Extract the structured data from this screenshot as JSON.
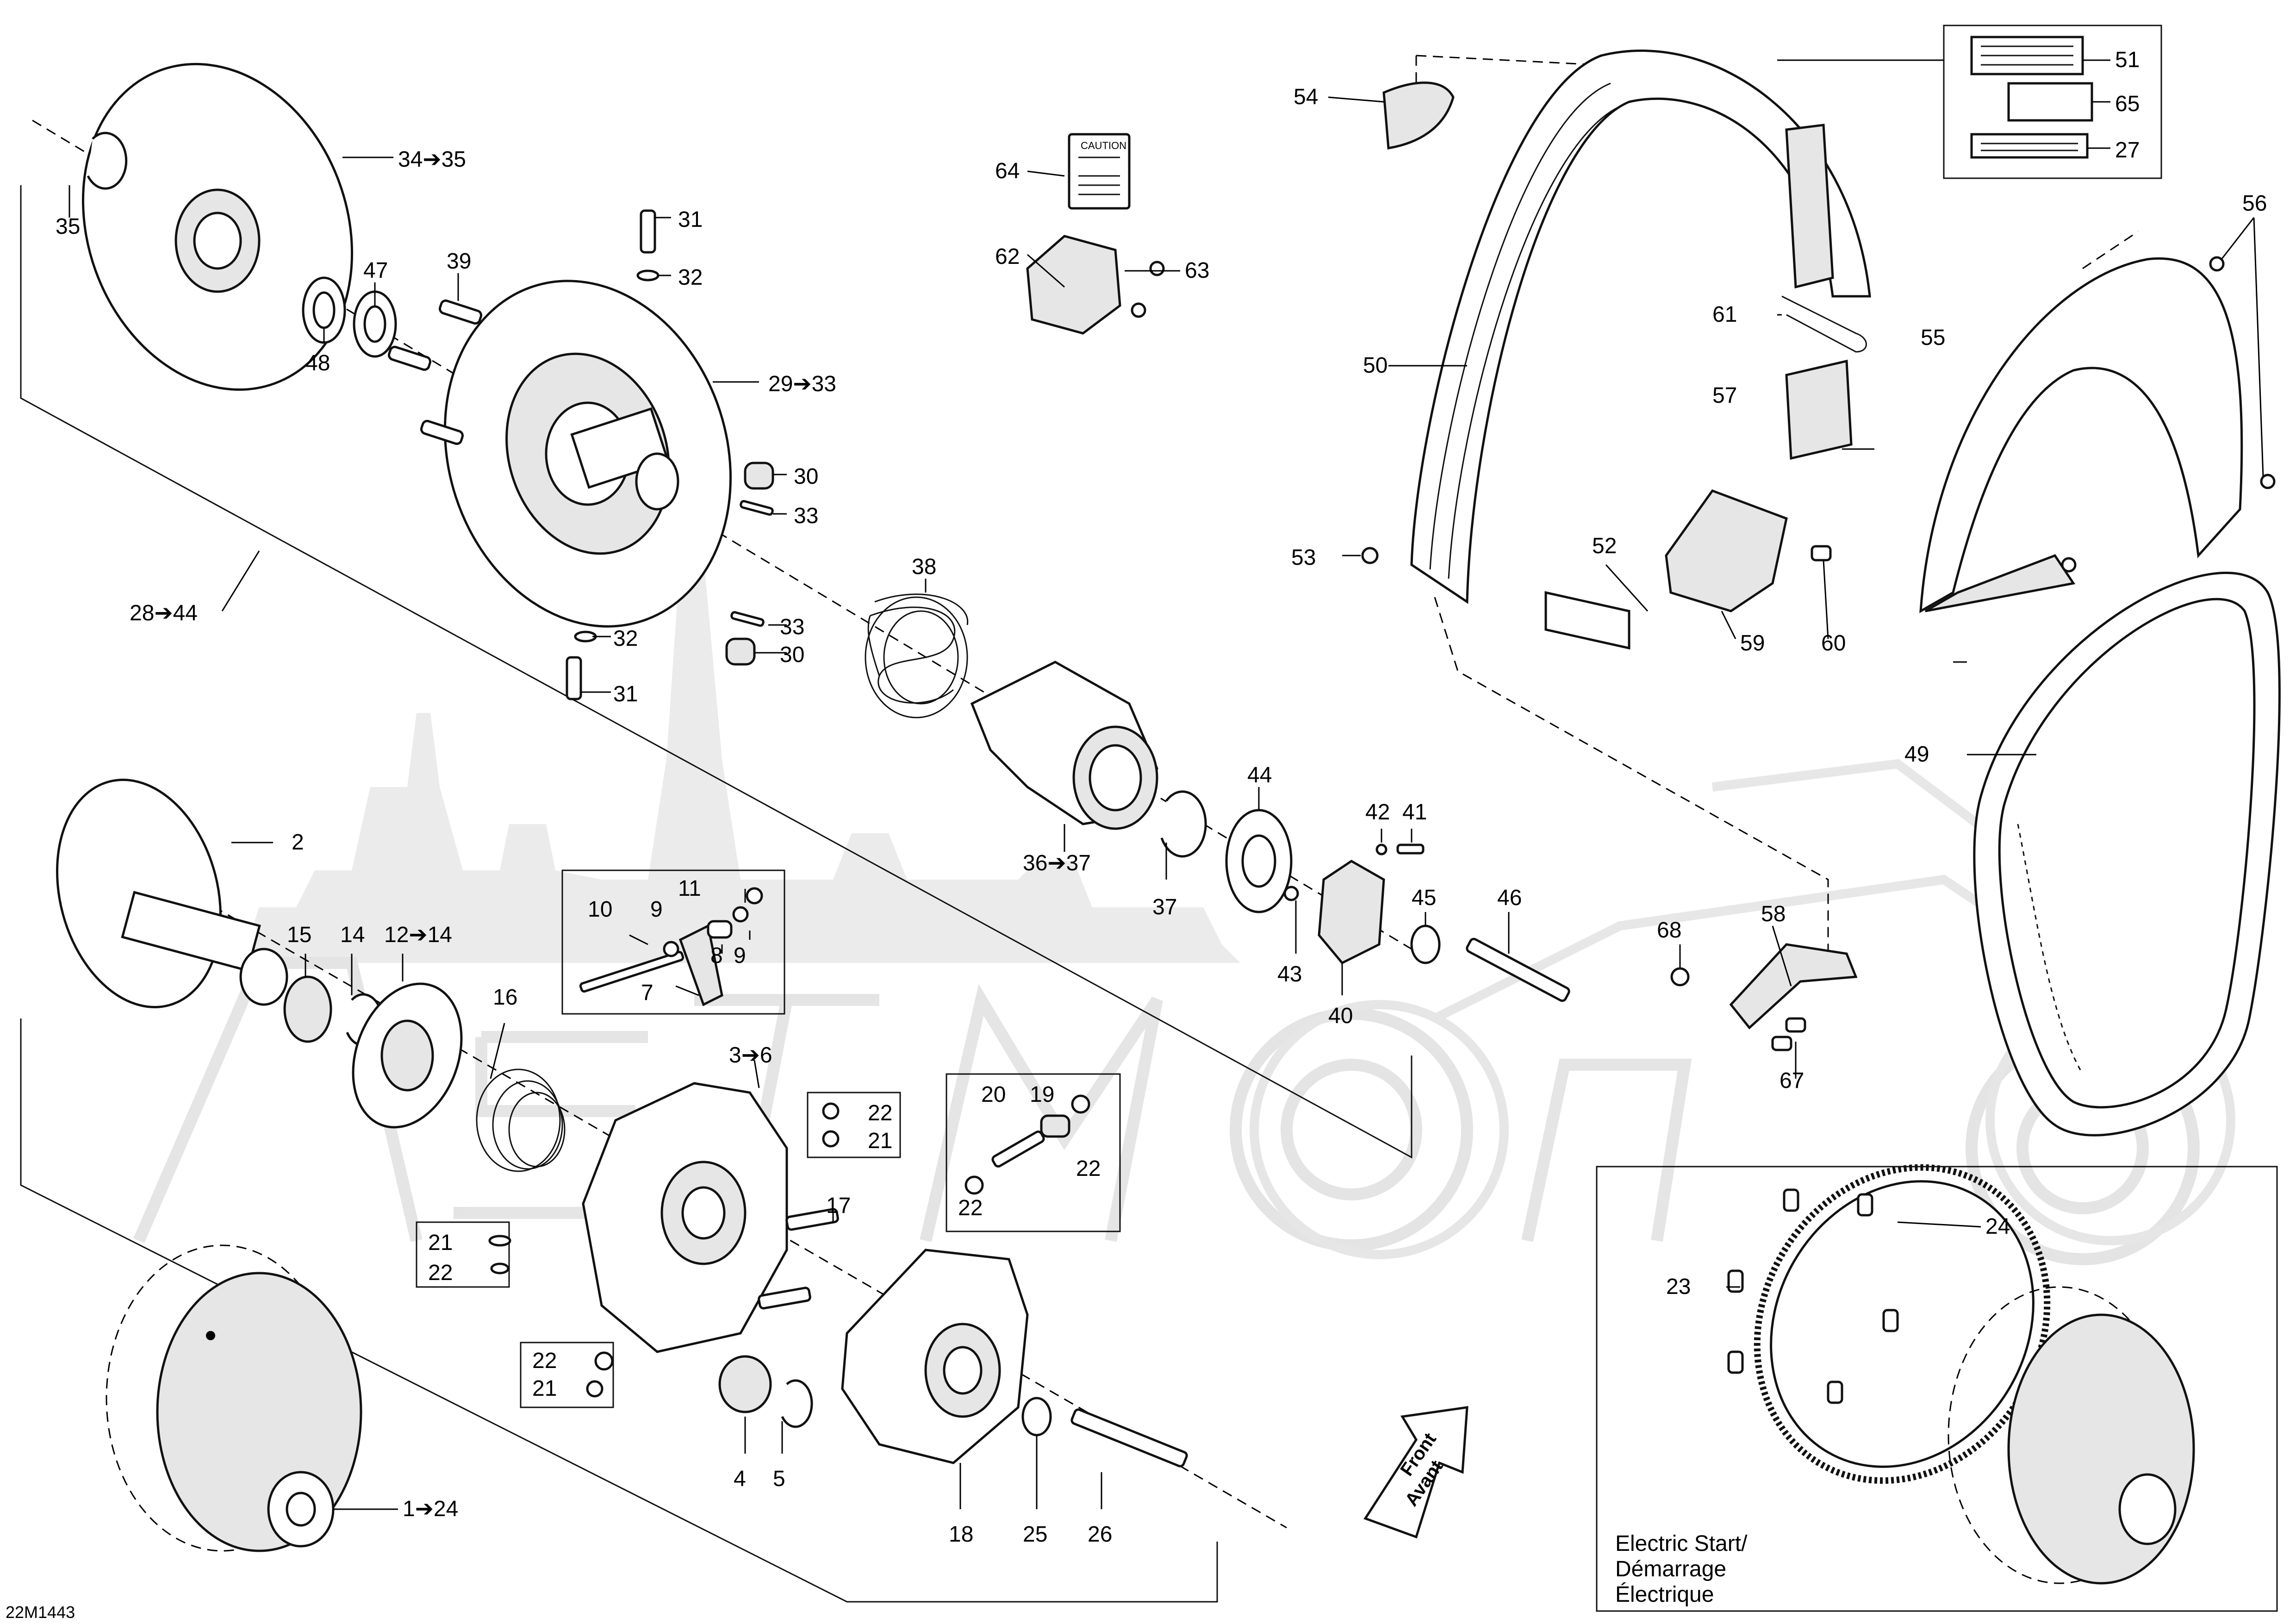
{
  "diagram_id": "22M1443",
  "electric_start_box": {
    "line1": "Electric Start/",
    "line2": "Démarrage",
    "line3": "Électrique"
  },
  "front_arrow": {
    "line1": "Front",
    "line2": "Avant"
  },
  "caution_label": {
    "title": "CAUTION"
  },
  "watermark": "ASTMoto",
  "callouts": {
    "c1_24": "1➔24",
    "c2": "2",
    "c3_6": "3➔6",
    "c4": "4",
    "c5": "5",
    "c7": "7",
    "c8": "8",
    "c9a": "9",
    "c9b": "9",
    "c10": "10",
    "c11": "11",
    "c12_14": "12➔14",
    "c14": "14",
    "c15": "15",
    "c16": "16",
    "c17": "17",
    "c18": "18",
    "c19": "19",
    "c20": "20",
    "c21a": "21",
    "c21b": "21",
    "c21c": "21",
    "c22a": "22",
    "c22b": "22",
    "c22c": "22",
    "c22d": "22",
    "c22e": "22",
    "c23": "23",
    "c24": "24",
    "c25": "25",
    "c26": "26",
    "c27": "27",
    "c28_44": "28➔44",
    "c29_33": "29➔33",
    "c30a": "30",
    "c30b": "30",
    "c31a": "31",
    "c31b": "31",
    "c32a": "32",
    "c32b": "32",
    "c33a": "33",
    "c33b": "33",
    "c34_35": "34➔35",
    "c35": "35",
    "c36_37": "36➔37",
    "c37": "37",
    "c38": "38",
    "c39": "39",
    "c40": "40",
    "c41": "41",
    "c42": "42",
    "c43": "43",
    "c44": "44",
    "c45": "45",
    "c46": "46",
    "c47": "47",
    "c48": "48",
    "c49": "49",
    "c50": "50",
    "c51": "51",
    "c52": "52",
    "c53": "53",
    "c54": "54",
    "c55": "55",
    "c56": "56",
    "c57": "57",
    "c58": "58",
    "c59": "59",
    "c60": "60",
    "c61": "61",
    "c62": "62",
    "c63": "63",
    "c64": "64",
    "c65": "65",
    "c67": "67",
    "c68": "68"
  }
}
